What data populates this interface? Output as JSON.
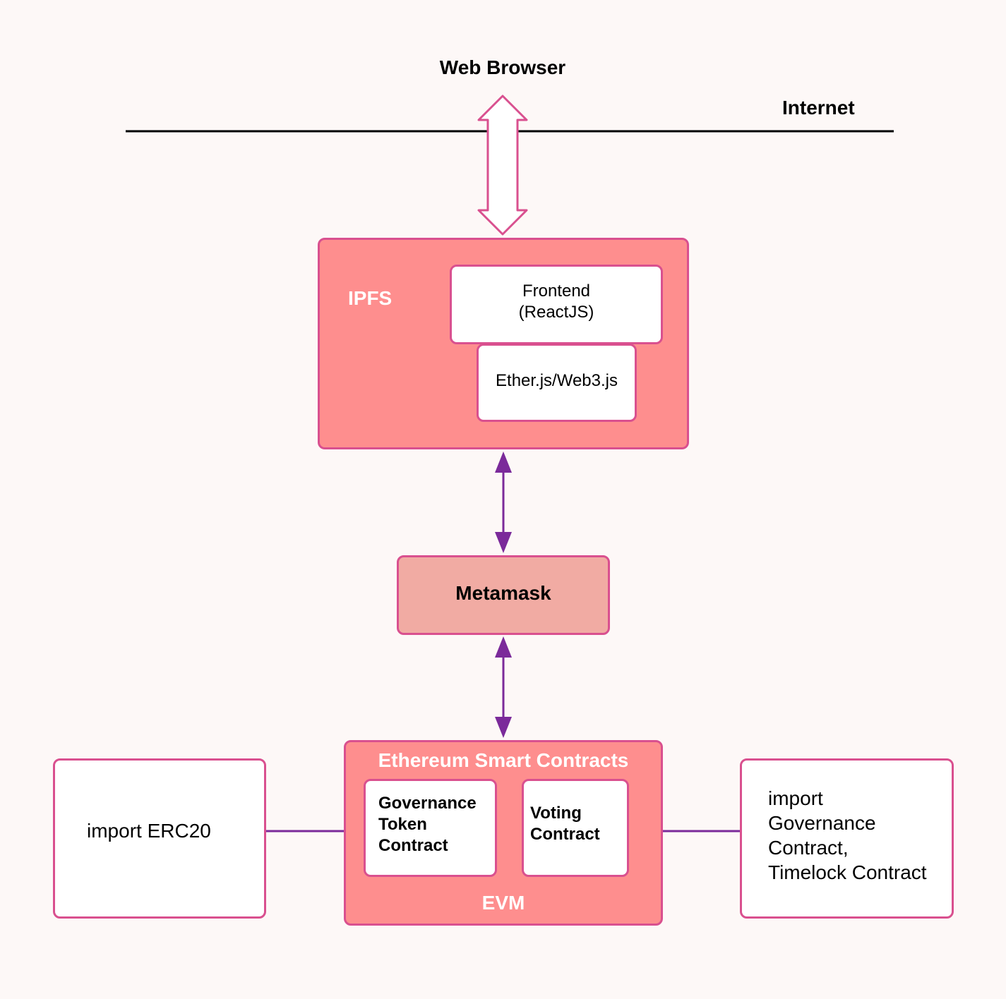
{
  "labels": {
    "web_browser": "Web Browser",
    "internet": "Internet",
    "ipfs": "IPFS",
    "frontend_line1": "Frontend",
    "frontend_line2": "(ReactJS)",
    "ether_lib": "Ether.js/Web3.js",
    "metamask": "Metamask",
    "eth_contracts": "Ethereum Smart Contracts",
    "gov_token": "Governance\nToken\nContract",
    "voting": "Voting\nContract",
    "evm": "EVM",
    "import_erc20": "import ERC20",
    "import_gov": "import\nGovernance\nContract,\nTimelock Contract"
  },
  "colors": {
    "border": "#d9508f",
    "salmon": "#fe8e8e",
    "metamask_fill": "#f1aba3",
    "arrow_purple": "#7b2a9a",
    "background": "#fdf8f7"
  }
}
